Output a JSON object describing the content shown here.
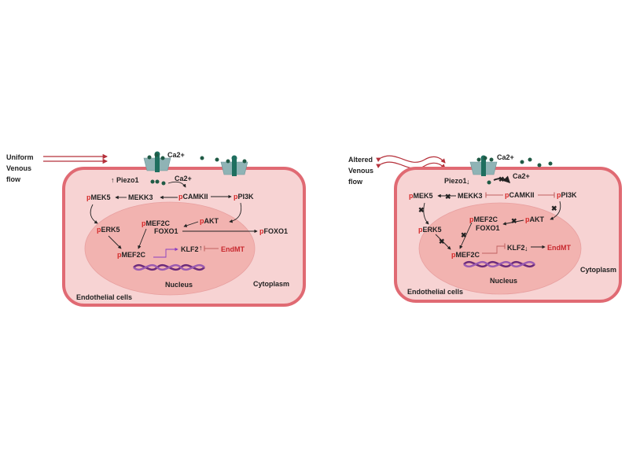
{
  "left": {
    "flow_label": [
      "Uniform",
      "Venous",
      "flow"
    ],
    "ca_outside": "Ca2+",
    "ca_inside": "Ca2+",
    "piezo": "Piezo1",
    "mek5": {
      "p": "p",
      "name": "MEK5"
    },
    "mekk3": "MEKK3",
    "camkii": {
      "p": "p",
      "name": "CAMKII"
    },
    "pi3k": {
      "p": "p",
      "name": "PI3K"
    },
    "akt": {
      "p": "p",
      "name": "AKT"
    },
    "mef2c_complex": {
      "p": "p",
      "name": "MEF2C"
    },
    "foxo1": "FOXO1",
    "pfoxo1": {
      "p": "p",
      "name": "FOXO1"
    },
    "erk5": {
      "p": "p",
      "name": "ERK5"
    },
    "mef2c": {
      "p": "p",
      "name": "MEF2C"
    },
    "klf2": "KLF2",
    "endmt": "EndMT",
    "nucleus": "Nucleus",
    "cytoplasm": "Cytoplasm",
    "cell": "Endothelial cells"
  },
  "right": {
    "flow_label": [
      "Altered",
      "Venous",
      "flow"
    ],
    "ca_outside": "Ca2+",
    "ca_inside": "Ca2+",
    "piezo": "Piezo1",
    "mek5": {
      "p": "p",
      "name": "MEK5"
    },
    "mekk3": "MEKK3",
    "camkii": {
      "p": "p",
      "name": "CAMKII"
    },
    "pi3k": {
      "p": "p",
      "name": "PI3K"
    },
    "akt": {
      "p": "p",
      "name": "AKT"
    },
    "mef2c_complex": {
      "p": "p",
      "name": "MEF2C"
    },
    "foxo1": "FOXO1",
    "erk5": {
      "p": "p",
      "name": "ERK5"
    },
    "mef2c": {
      "p": "p",
      "name": "MEF2C"
    },
    "klf2": "KLF2",
    "endmt": "EndMT",
    "nucleus": "Nucleus",
    "cytoplasm": "Cytoplasm",
    "cell": "Endothelial cells"
  },
  "colors": {
    "cell_fill": "#f7d3d3",
    "cell_border": "#e06a73",
    "nucleus_fill": "#f2b3b0",
    "channel": "#8fb3b5",
    "calcium": "#1f5a45",
    "red_text": "#d42a2a"
  }
}
